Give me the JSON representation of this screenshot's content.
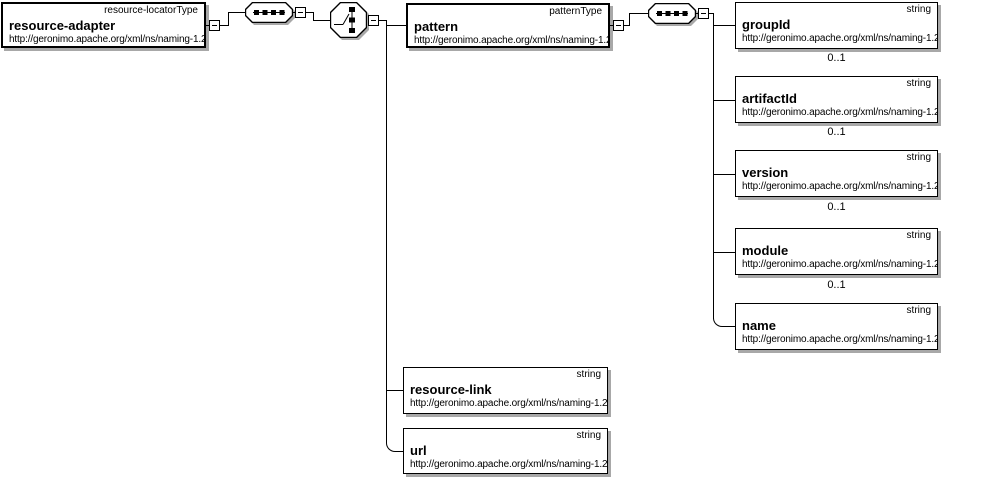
{
  "diagram": {
    "kind": "xml-schema-diagram",
    "colors": {
      "background": "#ffffff",
      "line": "#000000",
      "box_fill": "#ffffff",
      "shadow": "#a8a8a8"
    },
    "icons": {
      "sequence": "sequence-compositor-icon",
      "choice": "choice-compositor-icon",
      "collapse": "collapse-toggle-icon"
    },
    "nodes": {
      "resource_adapter": {
        "name": "resource-adapter",
        "type": "resource-locatorType",
        "namespace": "http://geronimo.apache.org/xml/ns/naming-1.2"
      },
      "pattern": {
        "name": "pattern",
        "type": "patternType",
        "namespace": "http://geronimo.apache.org/xml/ns/naming-1.2"
      },
      "group_id": {
        "name": "groupId",
        "type": "string",
        "namespace": "http://geronimo.apache.org/xml/ns/naming-1.2",
        "occurrence": "0..1"
      },
      "artifact_id": {
        "name": "artifactId",
        "type": "string",
        "namespace": "http://geronimo.apache.org/xml/ns/naming-1.2",
        "occurrence": "0..1"
      },
      "version": {
        "name": "version",
        "type": "string",
        "namespace": "http://geronimo.apache.org/xml/ns/naming-1.2",
        "occurrence": "0..1"
      },
      "module": {
        "name": "module",
        "type": "string",
        "namespace": "http://geronimo.apache.org/xml/ns/naming-1.2",
        "occurrence": "0..1"
      },
      "name_element": {
        "name": "name",
        "type": "string",
        "namespace": "http://geronimo.apache.org/xml/ns/naming-1.2"
      },
      "resource_link": {
        "name": "resource-link",
        "type": "string",
        "namespace": "http://geronimo.apache.org/xml/ns/naming-1.2"
      },
      "url": {
        "name": "url",
        "type": "string",
        "namespace": "http://geronimo.apache.org/xml/ns/naming-1.2"
      }
    }
  }
}
